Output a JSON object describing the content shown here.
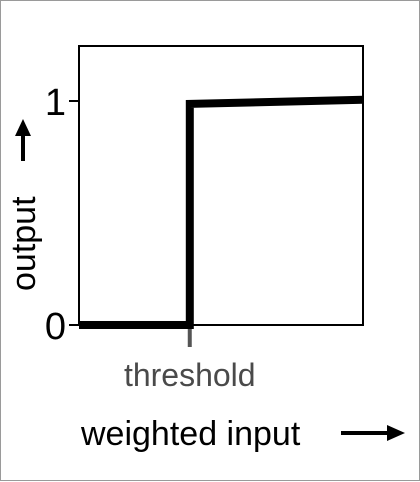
{
  "chart_data": {
    "type": "line",
    "title": "",
    "xlabel": "weighted input",
    "ylabel": "output",
    "x_arrow_icon": "right-arrow-icon",
    "y_arrow_icon": "up-arrow-icon",
    "xlim": [
      0,
      1
    ],
    "ylim": [
      0,
      1
    ],
    "grid": false,
    "y_ticks": [
      {
        "value": 0,
        "label": "0"
      },
      {
        "value": 1,
        "label": "1"
      }
    ],
    "x_ticks": [
      {
        "value": 0.39,
        "label": "threshold"
      }
    ],
    "series": [
      {
        "x": [
          0,
          0.39,
          0.39,
          1
        ],
        "y": [
          0,
          0,
          0.987,
          1.006
        ]
      }
    ],
    "colors": {
      "line": "#000000",
      "threshold_tick": "#555555",
      "frame": "#000000"
    }
  }
}
